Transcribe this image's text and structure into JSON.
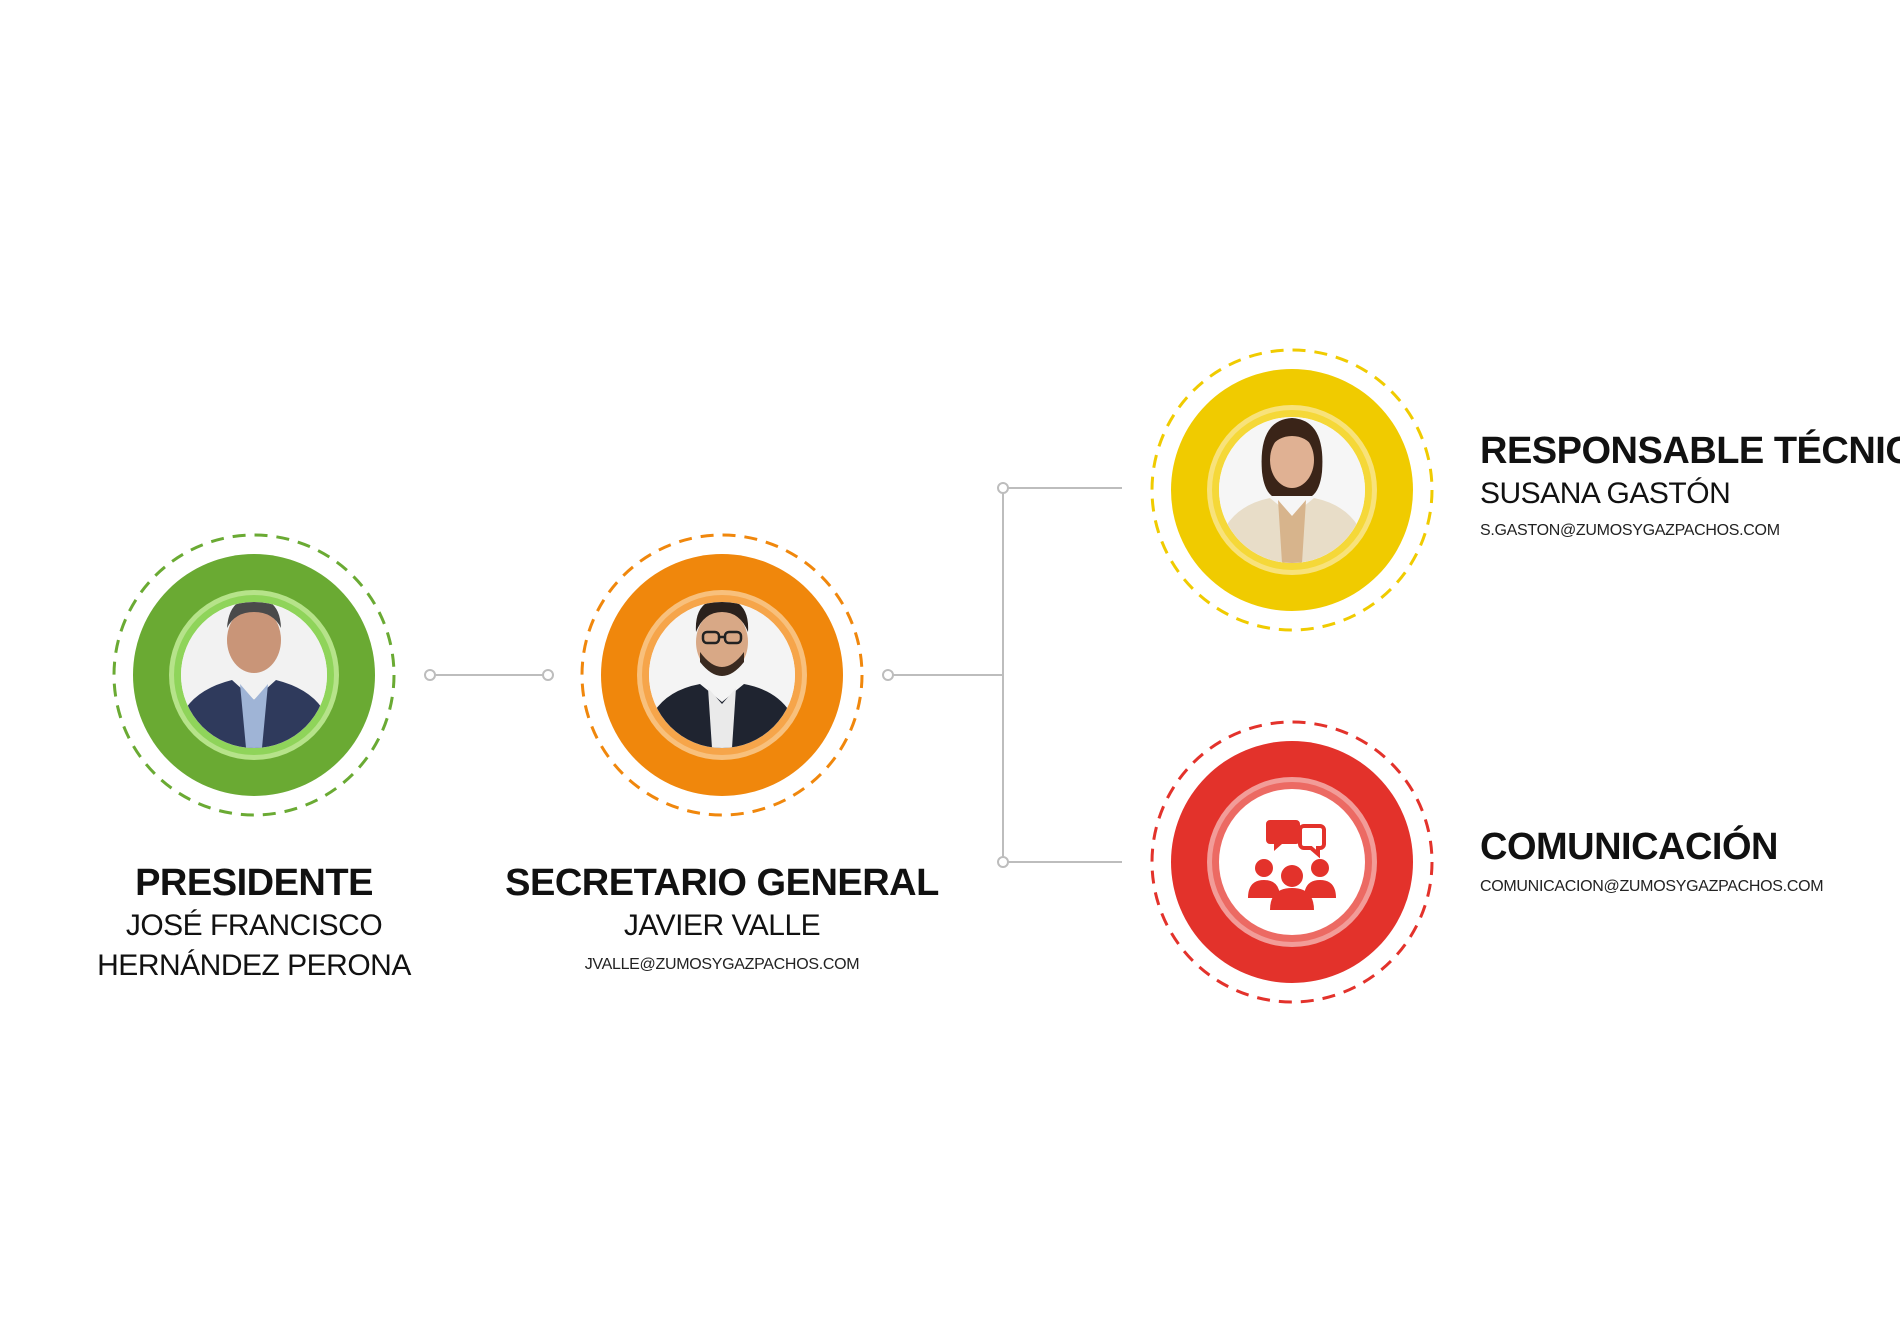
{
  "nodes": {
    "presidente": {
      "role": "PRESIDENTE",
      "name_line1": "JOSÉ FRANCISCO",
      "name_line2": "HERNÁNDEZ PERONA",
      "color": "#6aaa33",
      "light": "#b6e38a"
    },
    "secretario": {
      "role": "SECRETARIO GENERAL",
      "name": "JAVIER VALLE",
      "email": "JVALLE@ZUMOSYGAZPACHOS.COM",
      "color": "#f0870c",
      "light": "#f8c07c"
    },
    "tecnico": {
      "role": "RESPONSABLE TÉCNICO",
      "name": "SUSANA GASTÓN",
      "email": "S.GASTON@ZUMOSYGAZPACHOS.COM",
      "color": "#f0cb00",
      "light": "#f8e27a"
    },
    "comunicacion": {
      "role": "COMUNICACIÓN",
      "email": "COMUNICACION@ZUMOSYGAZPACHOS.COM",
      "color": "#e3322b",
      "light": "#f29c98",
      "icon": "group-chat-icon"
    }
  },
  "connector_color": "#bdbdbd"
}
